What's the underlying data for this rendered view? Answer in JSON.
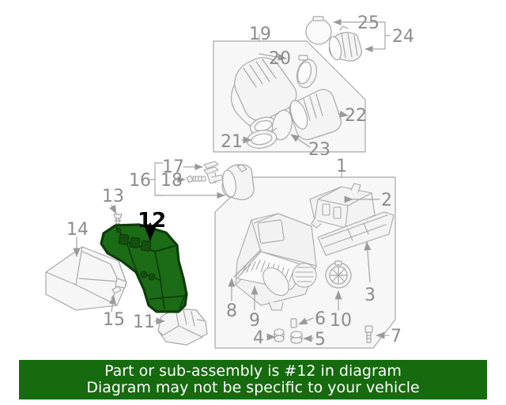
{
  "diagram": {
    "title_caption_lines": [
      "Part or sub-assembly is #12 in diagram",
      "Diagram may not be specific to your vehicle"
    ],
    "highlight_color": "#1c6b16",
    "highlight_stroke": "#0d3d0a",
    "line_color": "#9a9a9a",
    "label_color": "#8c8c8c",
    "highlight_label_color": "#000000",
    "region_fill": "#f7f7f7",
    "banner_color": "#156b0d",
    "banner_text_color": "#ffffff",
    "highlighted_part_number": "12",
    "callouts": {
      "n1": "1",
      "n2": "2",
      "n3": "3",
      "n4": "4",
      "n5": "5",
      "n6": "6",
      "n7": "7",
      "n8": "8",
      "n9": "9",
      "n10": "10",
      "n11": "11",
      "n12": "12",
      "n13": "13",
      "n14": "14",
      "n15": "15",
      "n16": "16",
      "n17": "17",
      "n18": "18",
      "n19": "19",
      "n20": "20",
      "n21": "21",
      "n22": "22",
      "n23": "23",
      "n24": "24",
      "n25": "25"
    }
  }
}
